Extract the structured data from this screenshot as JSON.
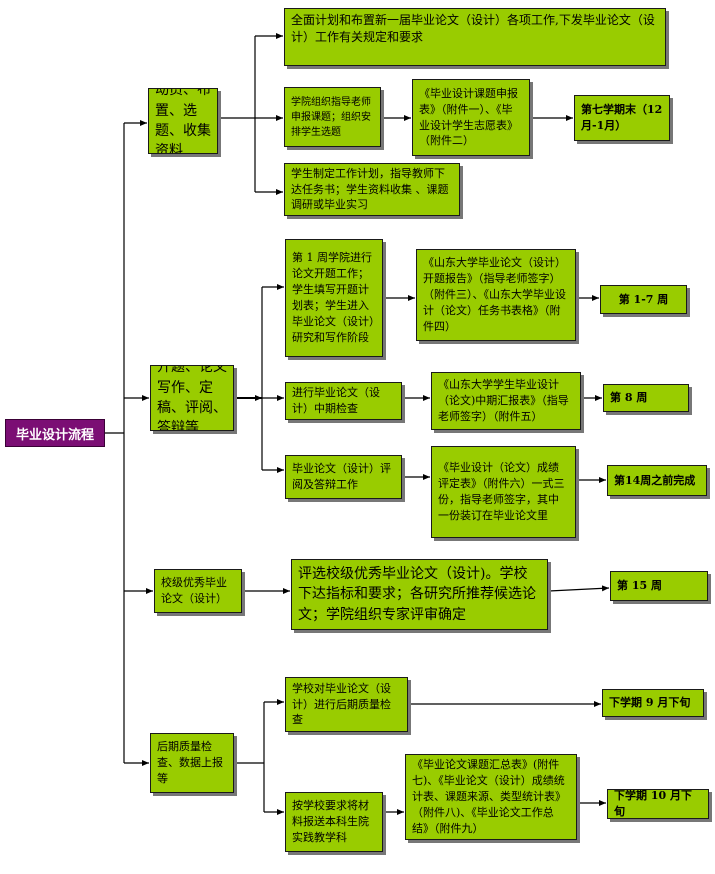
{
  "root": "毕业设计流程",
  "stages": [
    {
      "label": "动员、布置、选题、收集资料",
      "steps": [
        {
          "text": "全面计划和布置新一届毕业论文（设计）各项工作,下发毕业论文（设计）工作有关规定和要求"
        },
        {
          "text": "学院组织指导老师申报课题；组织安排学生选题",
          "doc": "《毕业设计课题申报表》（附件一）、《毕业设计学生志愿表》（附件二）",
          "time": "第七学期末（12月-1月）"
        },
        {
          "text": "学生制定工作计划，指导教师下达任务书；学生资料收集 、课题调研或毕业实习"
        }
      ]
    },
    {
      "label": "开题、论文写作、定稿、评阅、答辩等",
      "steps": [
        {
          "text": "第 1 周学院进行论文开题工作；学生填写开题计划表；学生进入毕业论文（设计）研究和写作阶段",
          "doc": "《山东大学毕业论文（设计）开题报告》（指导老师签字）（附件三）、《山东大学毕业设计（论文）任务书表格》（附件四）",
          "time": "第 1-7 周"
        },
        {
          "text": "进行毕业论文（设计）中期检查",
          "doc": "《山东大学学生毕业设计（论文)中期汇报表》（指导老师签字）（附件五）",
          "time": "第 8 周"
        },
        {
          "text": "毕业论文（设计）评阅及答辩工作",
          "doc": "《毕业设计（论文）成绩评定表》（附件六）一式三份，指导老师签字，其中一份装订在毕业论文里",
          "time": "第14周之前完成"
        }
      ]
    },
    {
      "label": "校级优秀毕业论文（设计）",
      "steps": [
        {
          "text": "评选校级优秀毕业论文（设计)。学校下达指标和要求；各研究所推荐候选论文；学院组织专家评审确定",
          "time": "第 15 周"
        }
      ]
    },
    {
      "label": "后期质量检查、数据上报等",
      "steps": [
        {
          "text": "学校对毕业论文（设计）进行后期质量检查",
          "time": "下学期 9 月下旬"
        },
        {
          "text": "按学校要求将材料报送本科生院实践教学科",
          "doc": "《毕业论文课题汇总表》(附件七)、《毕业论文（设计）成绩统计表、课题来源、类型统计表》（附件八)、《毕业论文工作总结》（附件九）",
          "time": "下学期 10 月下旬"
        }
      ]
    }
  ]
}
